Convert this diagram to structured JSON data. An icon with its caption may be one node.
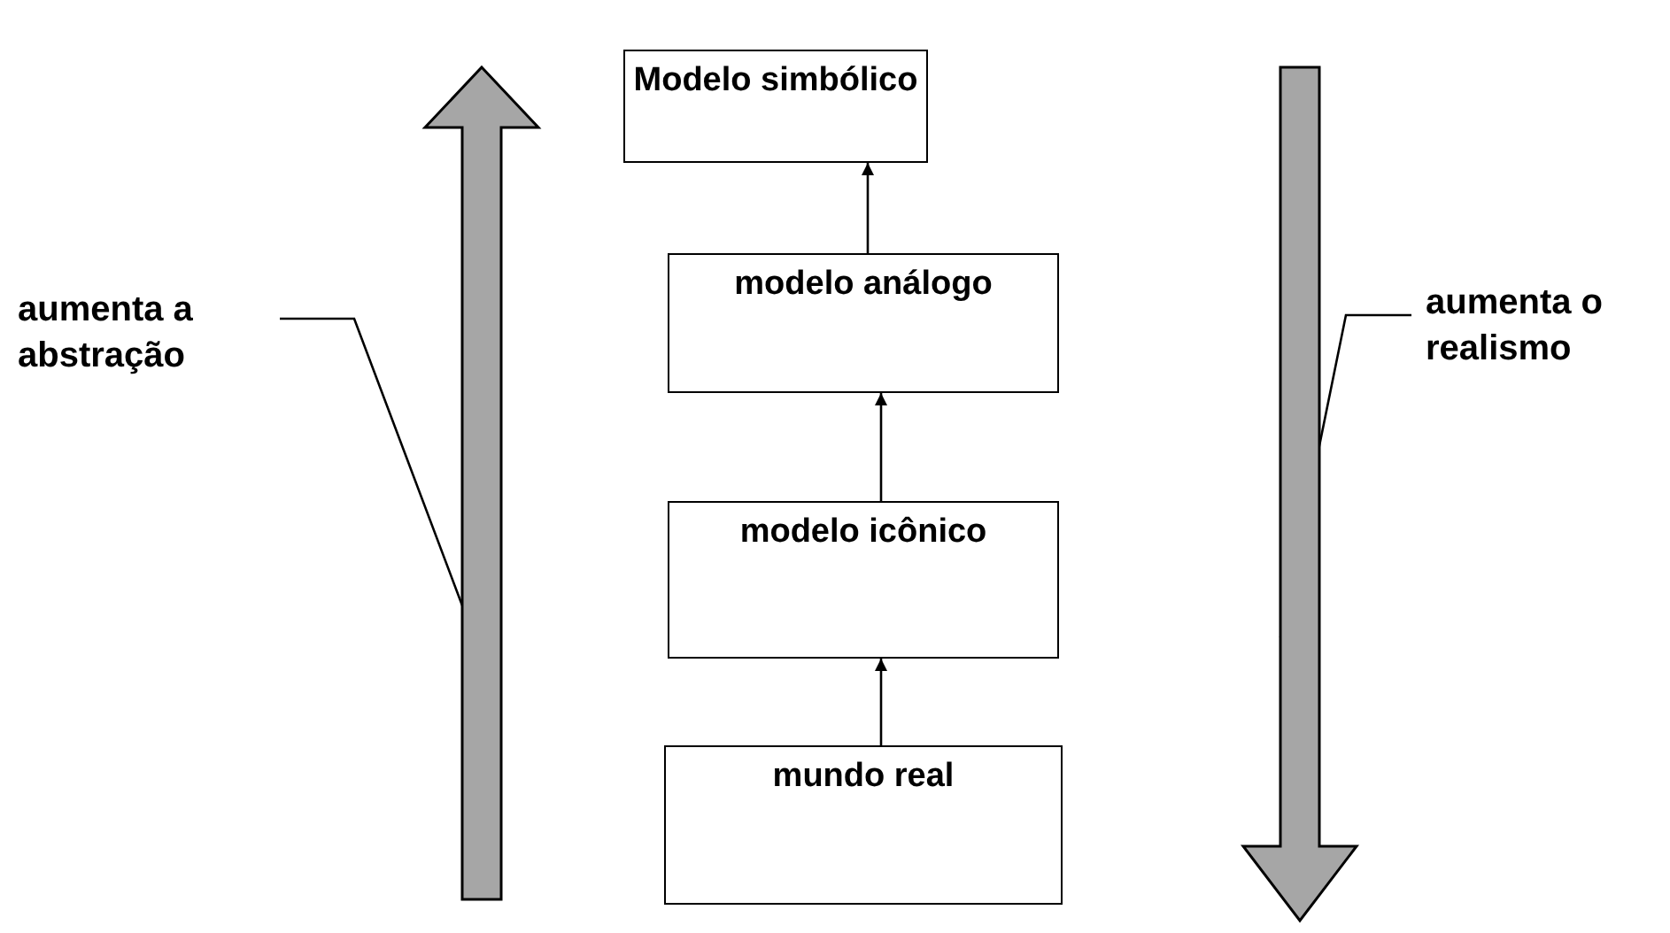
{
  "diagram": {
    "nodes": [
      {
        "text": [
          "Modelo simbólico"
        ]
      },
      {
        "text": [
          "modelo análogo"
        ]
      },
      {
        "text": [
          "modelo icônico"
        ]
      },
      {
        "text": [
          "mundo real"
        ]
      },
      {
        "text": [
          "aumenta a abstração"
        ]
      },
      {
        "text": [],
        "shape": "arrow"
      },
      {
        "text": [
          "aumenta o realismo"
        ]
      },
      {
        "text": [],
        "shape": "arrow"
      }
    ],
    "edges": [
      {
        "from": 3,
        "to": 2,
        "arrow": "to"
      },
      {
        "from": 2,
        "to": 1,
        "arrow": "to"
      },
      {
        "from": 1,
        "to": 0,
        "arrow": "to"
      },
      {
        "from": 4,
        "to": 5,
        "arrow": "none"
      },
      {
        "from": 6,
        "to": 7,
        "arrow": "none"
      }
    ]
  }
}
